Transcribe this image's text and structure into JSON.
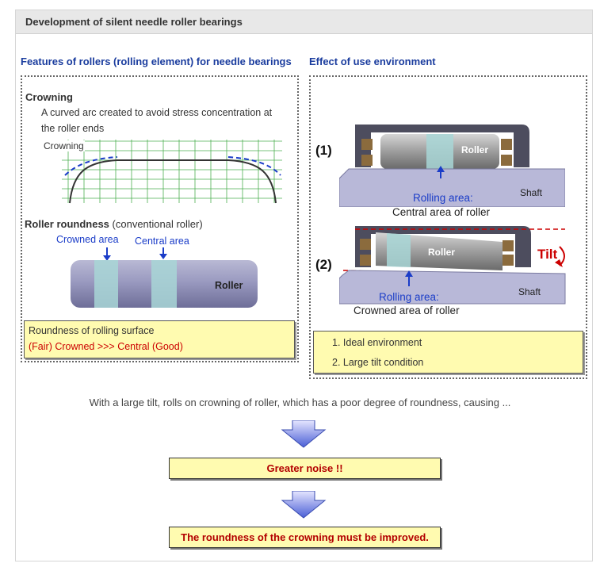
{
  "header": {
    "title": "Development of silent needle roller bearings"
  },
  "left": {
    "heading": "Features of rollers (rolling element) for needle bearings",
    "crowning_title": "Crowning",
    "crowning_desc_line1": "A curved arc created to avoid stress concentration at",
    "crowning_desc_line2": "the roller ends",
    "crowning_label": "Crowning",
    "roundness_title": "Roller roundness",
    "roundness_sub": " (conventional roller)",
    "crowned_area_label": "Crowned area",
    "central_area_label": "Central area",
    "roller_label": "Roller",
    "box_line1": "Roundness of rolling surface",
    "box_line2": "(Fair) Crowned >>> Central (Good)"
  },
  "right": {
    "heading": "Effect of use environment",
    "fig1_num": "(1)",
    "fig1_roller": "Roller",
    "fig1_rolling": "Rolling area:",
    "fig1_area": "Central area of roller",
    "fig1_shaft": "Shaft",
    "fig2_num": "(2)",
    "fig2_roller": "Roller",
    "fig2_tilt": "Tilt",
    "fig2_rolling": "Rolling area:",
    "fig2_area": "Crowned area of roller",
    "fig2_shaft": "Shaft",
    "list": [
      "1. Ideal environment",
      "2. Large tilt condition"
    ]
  },
  "bottom": {
    "statement": "With a large tilt, rolls on crowning of roller, which has a poor degree of roundness, causing ...",
    "result1": "Greater noise !!",
    "result2": "The roundness of the crowning must be improved."
  },
  "colors": {
    "heading_blue": "#1a3c9e",
    "callout_red": "#cc0000",
    "box_yellow": "#fffbb0"
  }
}
